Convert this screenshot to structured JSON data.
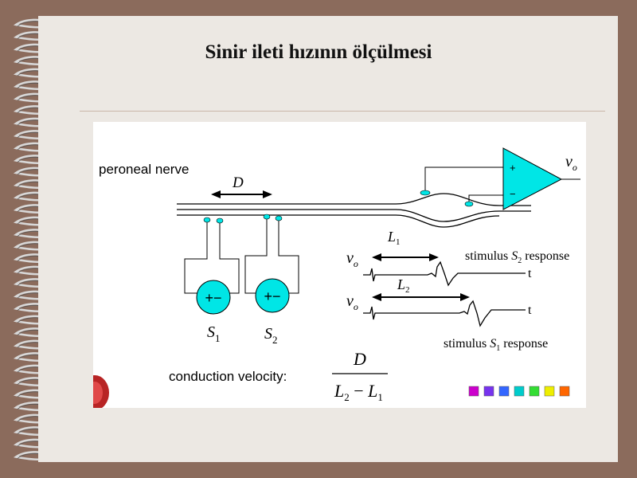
{
  "slide": {
    "title": "Sinir ileti hızının ölçülmesi"
  },
  "diagram": {
    "nerve_label": "peroneal nerve",
    "distance_label": "D",
    "amplifier_output": "v",
    "amplifier_output_sub": "o",
    "amp_plus": "+",
    "amp_minus": "−",
    "stimulator_symbol": "+−",
    "stimulator_1": {
      "letter": "S",
      "sub": "1"
    },
    "stimulator_2": {
      "letter": "S",
      "sub": "2"
    },
    "trace_1": {
      "ylabel": "v",
      "ylabel_sub": "o",
      "latency": "L",
      "latency_sub": "1",
      "response_pre": "stimulus ",
      "response_s": "S",
      "response_sub": "2",
      "response_post": " response",
      "time_label": "t"
    },
    "trace_2": {
      "ylabel": "v",
      "ylabel_sub": "o",
      "latency": "L",
      "latency_sub": "2",
      "response_pre": "stimulus ",
      "response_s": "S",
      "response_sub": "1",
      "response_post": " response",
      "time_label": "t"
    },
    "formula_label": "conduction velocity:",
    "formula_numerator": "D",
    "formula_den_a": "L",
    "formula_den_a_sub": "2",
    "formula_den_op": " − ",
    "formula_den_b": "L",
    "formula_den_b_sub": "1"
  },
  "colors": {
    "accent_cyan": "#00e6e6",
    "frame_brown": "#8b6b5c",
    "page_bg": "#ece8e3",
    "nav_squares": [
      "#cc00cc",
      "#7733ee",
      "#3366ff",
      "#00cccc",
      "#33dd33",
      "#eeee00",
      "#ff6600"
    ]
  }
}
